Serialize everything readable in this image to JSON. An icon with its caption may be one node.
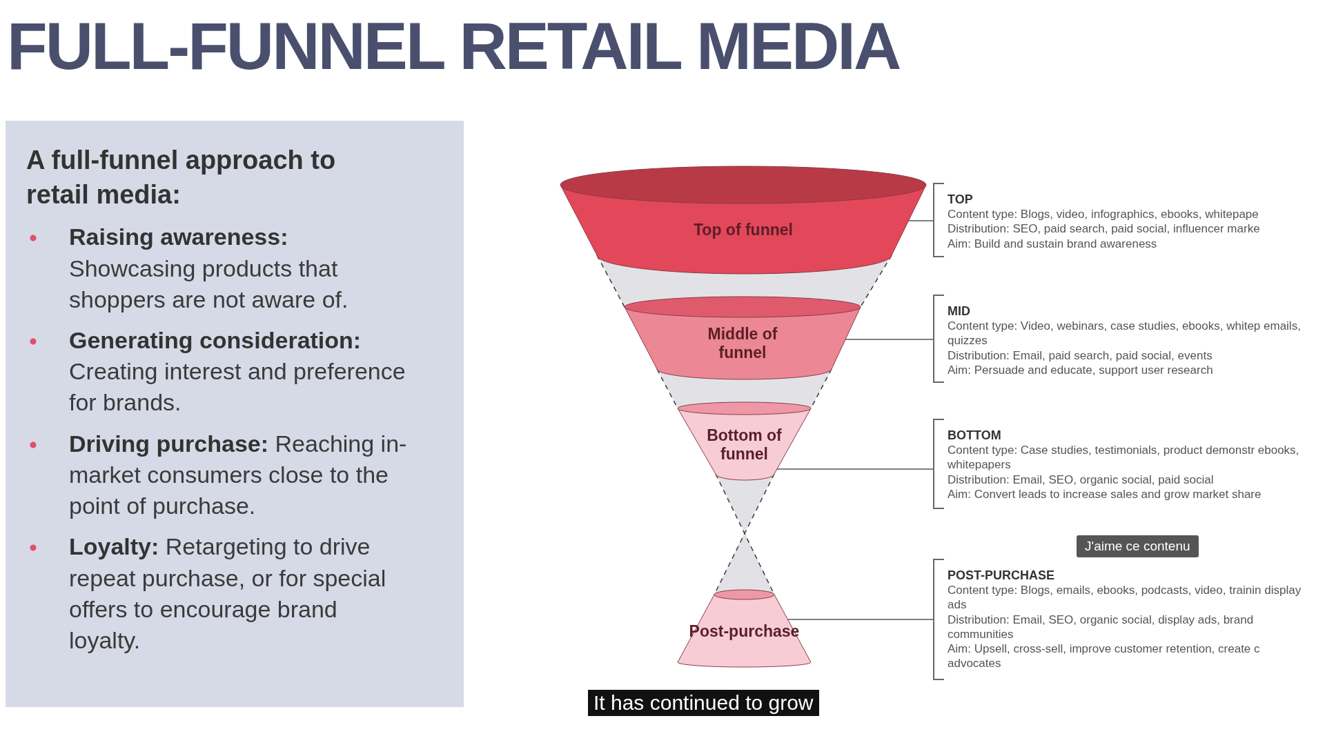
{
  "diagram": {
    "title": "FULL-FUNNEL RETAIL MEDIA",
    "nodes": [
      {
        "text": [
          "A full-funnel approach to retail media:",
          "**Raising awareness:** Showcasing products that shoppers are not aware of.",
          "**Generating consideration:** Creating interest and preference for brands.",
          "**Driving purchase:** Reaching in-market consumers close to the point of purchase.",
          "**Loyalty:** Retargeting to drive repeat purchase, or for special offers to encourage brand loyalty."
        ]
      },
      {
        "text": [
          "Top of funnel"
        ]
      },
      {
        "text": [
          "Middle of funnel"
        ]
      },
      {
        "text": [
          "Bottom of funnel"
        ]
      },
      {
        "text": [
          "Post-purchase"
        ]
      },
      {
        "text": [
          "TOP",
          "Content type: Blogs, video, infographics, ebooks, whitepape",
          "Distribution: SEO, paid search, paid social, influencer marke",
          "Aim: Build and sustain brand awareness"
        ]
      },
      {
        "text": [
          "MID",
          "Content type: Video, webinars, case studies, ebooks, whitep emails, quizzes",
          "Distribution: Email, paid search, paid social, events",
          "Aim: Persuade and educate, support user research"
        ]
      },
      {
        "text": [
          "BOTTOM",
          "Content type: Case studies, testimonials, product demonstr ebooks, whitepapers",
          "Distribution: Email, SEO, organic social, paid social",
          "Aim: Convert leads to increase sales and grow market share"
        ]
      },
      {
        "text": [
          "POST-PURCHASE",
          "Content type: Blogs, emails, ebooks, podcasts, video, trainin display ads",
          "Distribution: Email, SEO, organic social, display ads, brand communities",
          "Aim: Upsell, cross-sell, improve customer retention, create c advocates"
        ]
      }
    ],
    "edges": [
      {
        "from": 1,
        "to": 5,
        "arrow": "none"
      },
      {
        "from": 2,
        "to": 6,
        "arrow": "none"
      },
      {
        "from": 3,
        "to": 7,
        "arrow": "none"
      },
      {
        "from": 4,
        "to": 8,
        "arrow": "none"
      }
    ],
    "labels": [
      "J'aime ce contenu",
      "It has continued to grow"
    ]
  }
}
